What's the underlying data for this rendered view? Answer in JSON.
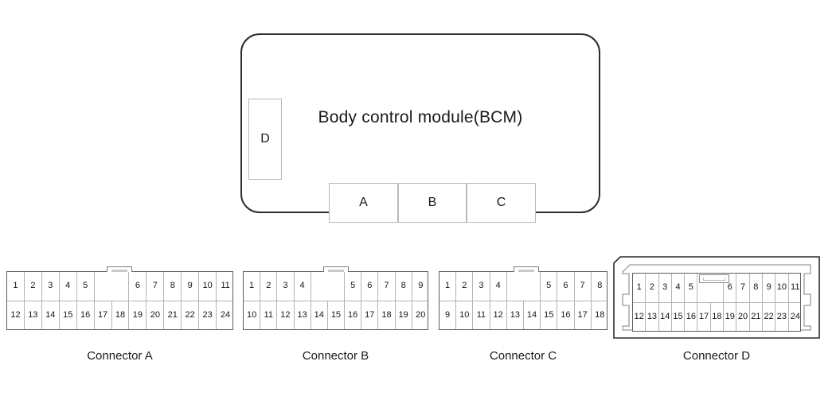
{
  "module": {
    "title": "Body control module(BCM)",
    "ports": {
      "a": "A",
      "b": "B",
      "c": "C",
      "d": "D"
    }
  },
  "connectors": [
    {
      "id": "a",
      "caption": "Connector A",
      "top_row": [
        "1",
        "2",
        "3",
        "4",
        "5",
        "",
        "6",
        "7",
        "8",
        "9",
        "10",
        "11"
      ],
      "top_spans": [
        1,
        1,
        1,
        1,
        1,
        2,
        1,
        1,
        1,
        1,
        1,
        1
      ],
      "bottom_row": [
        "12",
        "13",
        "14",
        "15",
        "16",
        "17",
        "18",
        "19",
        "20",
        "21",
        "22",
        "23",
        "24"
      ],
      "latch_type": "outer"
    },
    {
      "id": "b",
      "caption": "Connector B",
      "top_row": [
        "1",
        "2",
        "3",
        "4",
        "",
        "5",
        "6",
        "7",
        "8",
        "9"
      ],
      "top_spans": [
        1,
        1,
        1,
        1,
        2,
        1,
        1,
        1,
        1,
        1
      ],
      "bottom_row": [
        "10",
        "11",
        "12",
        "13",
        "14",
        "15",
        "16",
        "17",
        "18",
        "19",
        "20"
      ],
      "latch_type": "outer"
    },
    {
      "id": "c",
      "caption": "Connector C",
      "top_row": [
        "1",
        "2",
        "3",
        "4",
        "",
        "5",
        "6",
        "7",
        "8"
      ],
      "top_spans": [
        1,
        1,
        1,
        1,
        2,
        1,
        1,
        1,
        1
      ],
      "bottom_row": [
        "9",
        "10",
        "11",
        "12",
        "13",
        "14",
        "15",
        "16",
        "17",
        "18"
      ],
      "latch_type": "outer"
    },
    {
      "id": "d",
      "caption": "Connector D",
      "top_row": [
        "1",
        "2",
        "3",
        "4",
        "5",
        "",
        "6",
        "7",
        "8",
        "9",
        "10",
        "11"
      ],
      "top_spans": [
        1,
        1,
        1,
        1,
        1,
        2,
        1,
        1,
        1,
        1,
        1,
        1
      ],
      "bottom_row": [
        "12",
        "13",
        "14",
        "15",
        "16",
        "17",
        "18",
        "19",
        "20",
        "21",
        "22",
        "23",
        "24"
      ],
      "latch_type": "inner"
    }
  ],
  "colors": {
    "outline": "#2b2b2b",
    "grid_border": "#5c5c5c",
    "cell_divider": "#b4b4b4",
    "port_border": "#b9b9b9",
    "background": "#ffffff"
  }
}
